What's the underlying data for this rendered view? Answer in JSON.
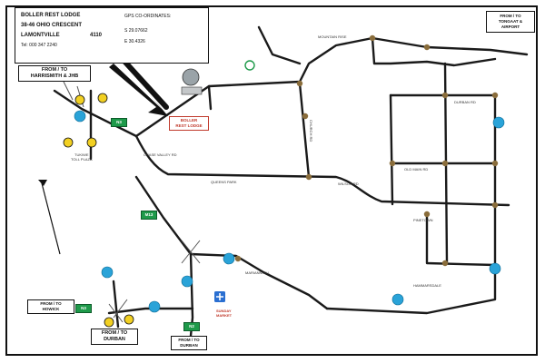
{
  "header": {
    "title_lines": [
      "BOLLER REST LODGE",
      "38-46 OHIO CRESCENT",
      "LAMONTVILLE"
    ],
    "code": "4110",
    "small": "Tel: 000 347 2240",
    "gps_label": "GPS CO-ORDINATES:",
    "gps_lines": [
      "S 29.07662",
      "E 30.4326"
    ]
  },
  "boxes": {
    "top_left": "FROM / TO\nHARRISMITH & JHB",
    "top_right": "FROM / TO\nTONGAAT &\nAIRPORT",
    "bottom_left": "FROM / TO\nHOWICK",
    "bottom_mid": "FROM / TO\nDURBAN",
    "bottom_right": "FROM / TO\nDURBAN",
    "destination": "BOLLER\nREST LODGE"
  },
  "route_shields": {
    "n3_top": "N3",
    "n3_bottom": "N3",
    "n2": "N2",
    "m13": "M13"
  },
  "road_labels": [
    "QUEENS PARK",
    "MOUNTAIN RISE",
    "CHURCH RD",
    "WILSON RD",
    "OLD MAIN RD",
    "DURBAN RD",
    "CHASE VALLEY RD",
    "MARIANNHILL",
    "PINETOWN",
    "HAMMARSDALE"
  ],
  "places": {
    "toll_plaza": "TUKIWE\nTOLL PLAZA",
    "sundays": "SUNDAY\nMARKET"
  },
  "colors": {
    "road": "#1a1a1a",
    "highway_marker": "#2f2f2f",
    "route_shield": "#2aa3d8",
    "green_sign": "#1e9a4a",
    "accent": "#c0392b",
    "yield": "#f2d022"
  }
}
